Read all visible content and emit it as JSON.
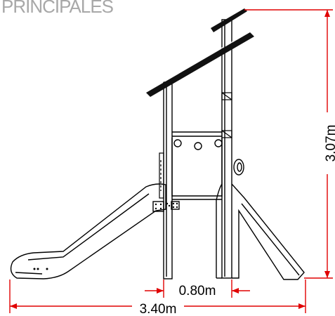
{
  "header": {
    "title": "PRINCIPALES"
  },
  "dimensions": {
    "height_label": "3.07m",
    "post_spacing_label": "0.80m",
    "total_length_label": "3.40m"
  },
  "colors": {
    "dimension_line": "#e00000",
    "drawing_line": "#000000",
    "heading_text": "#a8a8a8"
  }
}
